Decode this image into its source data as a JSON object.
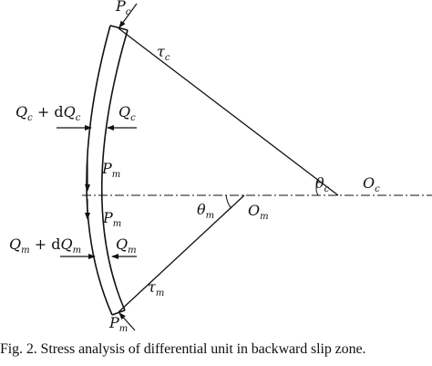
{
  "figure": {
    "labels": {
      "Pc_top": {
        "main": "P",
        "sub": "c"
      },
      "tau_c": {
        "main": "τ",
        "sub": "c"
      },
      "Qc_dQc": {
        "a": "Q",
        "asub": "c",
        "mid": " + d",
        "b": "Q",
        "bsub": "c"
      },
      "Qc_right": {
        "main": "Q",
        "sub": "c"
      },
      "Pm_upper": {
        "main": "P",
        "sub": "m"
      },
      "Pm_lower": {
        "main": "P",
        "sub": "m"
      },
      "theta_c": {
        "main": "θ",
        "sub": "c"
      },
      "O_c": {
        "main": "O",
        "sub": "c"
      },
      "theta_m": {
        "main": "θ",
        "sub": "m"
      },
      "O_m": {
        "main": "O",
        "sub": "m"
      },
      "Qm_dQm": {
        "a": "Q",
        "asub": "m",
        "mid": " + d",
        "b": "Q",
        "bsub": "m"
      },
      "Qm_right": {
        "main": "Q",
        "sub": "m"
      },
      "tau_m": {
        "main": "τ",
        "sub": "m"
      },
      "Pm_bottom": {
        "main": "P",
        "sub": "m"
      }
    }
  },
  "caption": "Fig. 2. Stress analysis of differential unit in backward slip zone."
}
